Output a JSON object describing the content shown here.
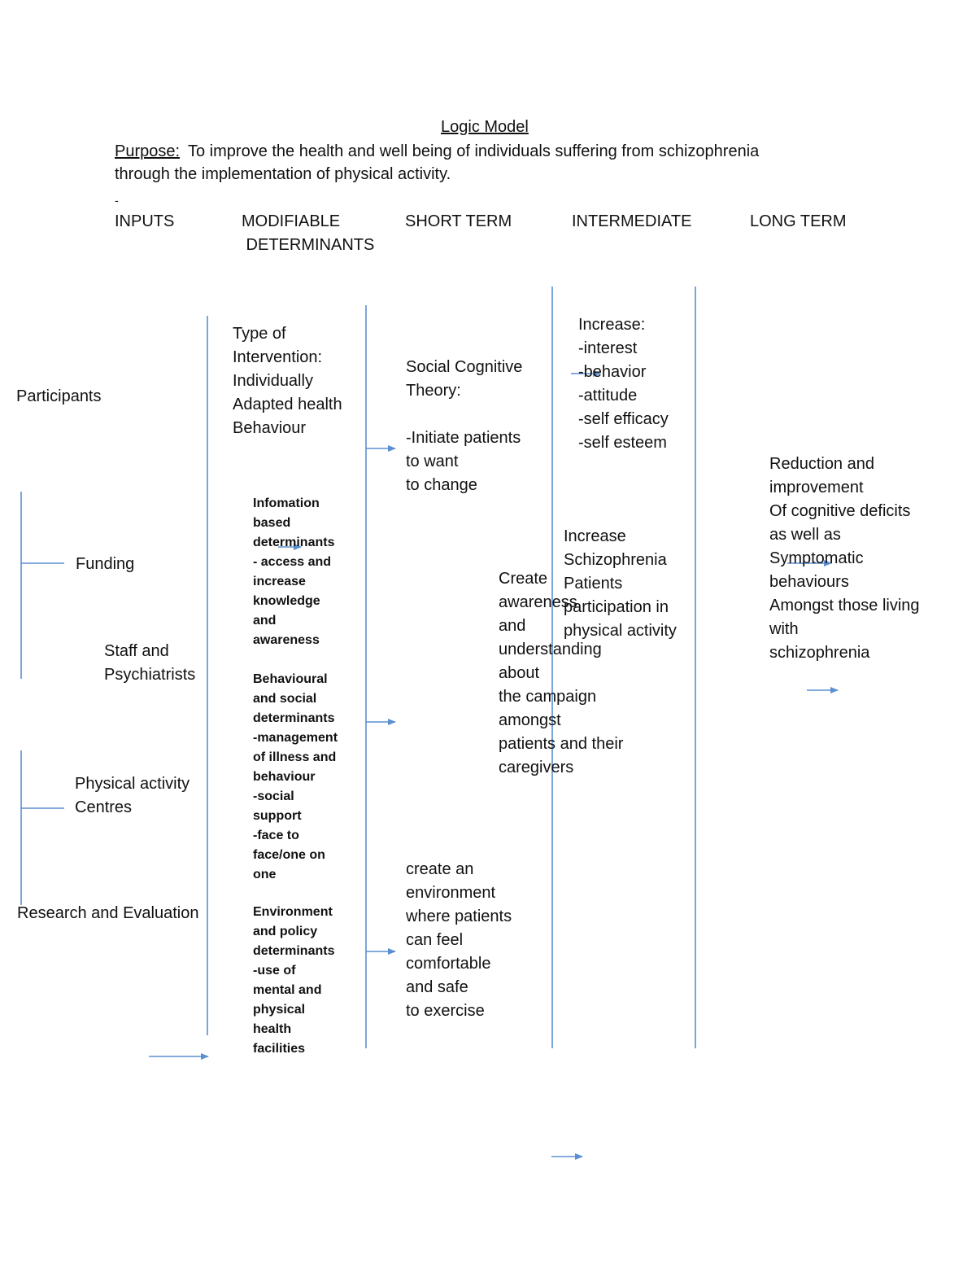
{
  "title": "Logic Model",
  "purpose": {
    "label": "Purpose:",
    "text_line1": "To improve the health and well being of individuals suffering from schizophrenia",
    "text_line2": "through the implementation of physical activity."
  },
  "dash": "-",
  "headers": {
    "inputs": "INPUTS",
    "modifiable": "MODIFIABLE\n DETERMINANTS",
    "short_term": "SHORT TERM",
    "intermediate": "INTERMEDIATE",
    "long_term": "LONG TERM"
  },
  "inputs": {
    "participants": "Participants",
    "funding": "Funding",
    "staff": "Staff and\nPsychiatrists",
    "physical_activity": "Physical activity\nCentres",
    "research": "Research and Evaluation"
  },
  "modifiable": {
    "intervention": "Type of\nIntervention:\nIndividually\nAdapted health\nBehaviour",
    "information": "Infomation\nbased\ndeterminants\n- access and\nincrease\nknowledge\nand\nawareness",
    "behavioural": "Behavioural\nand social\ndeterminants\n-management\nof illness and\nbehaviour\n-social\nsupport\n-face to\nface/one on\none",
    "environment": "Environment\nand policy\ndeterminants\n-use of\nmental and\nphysical\nhealth\nfacilities"
  },
  "short_term": {
    "sct": "Social Cognitive\nTheory:\n\n-Initiate patients\nto want\nto change",
    "awareness": "Create\nawareness\nand\nunderstanding\nabout\nthe campaign\namongst\npatients and their\ncaregivers",
    "environment": "create an\nenvironment\nwhere patients\ncan feel\ncomfortable\nand safe\nto exercise"
  },
  "intermediate": {
    "increase": "Increase:\n-interest\n-behavior\n-attitude\n-self efficacy\n-self esteem",
    "participation": "Increase\nSchizophrenia\nPatients\nparticipation in\nphysical activity"
  },
  "long_term": {
    "reduction": "Reduction and\nimprovement\nOf cognitive deficits\nas well as\nSymptomatic\nbehaviours\nAmongst those living\nwith\nschizophrenia"
  },
  "colors": {
    "line": "#5b8fd0",
    "text": "#111111"
  }
}
